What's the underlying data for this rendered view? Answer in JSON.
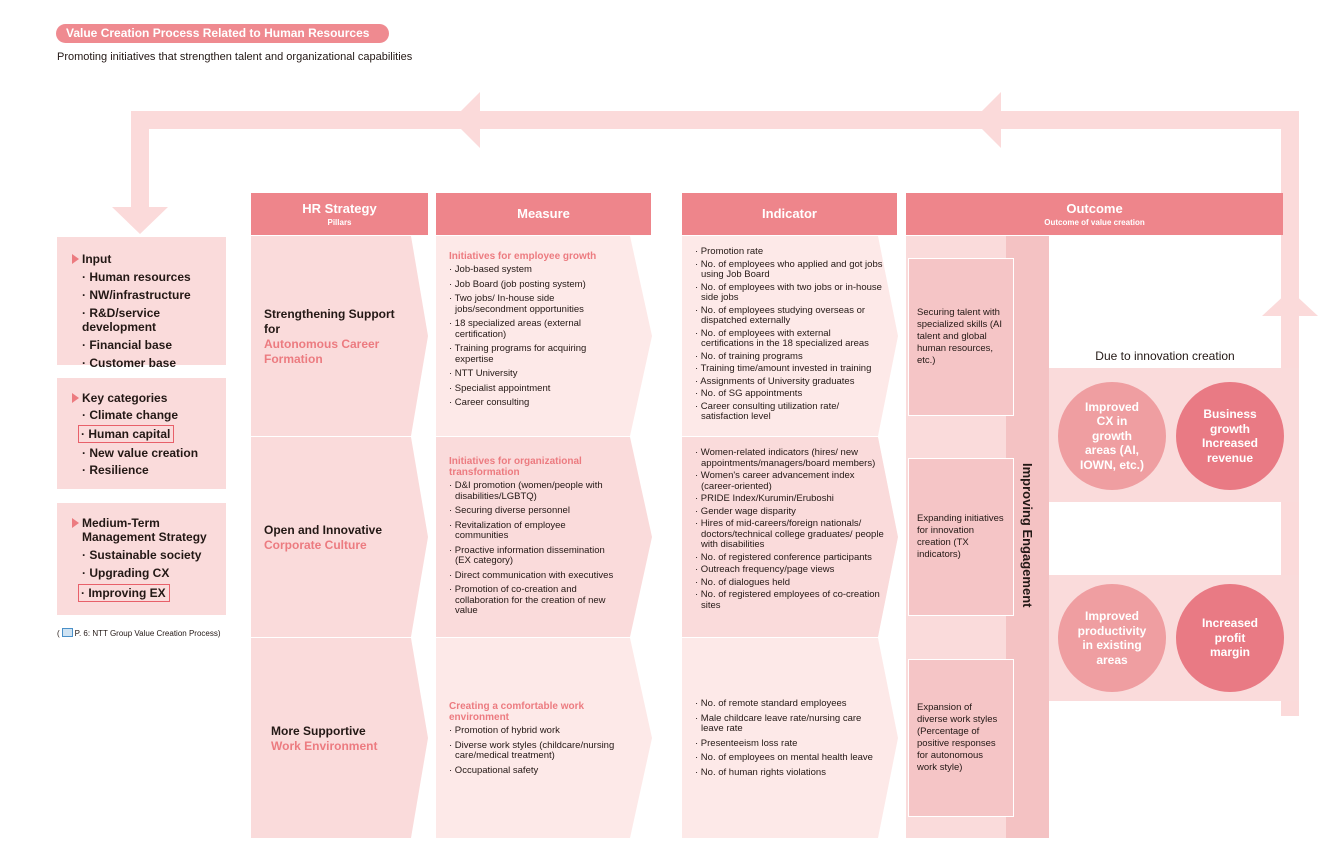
{
  "header": {
    "title": "Value Creation Process Related to Human Resources",
    "subtitle": "Promoting initiatives that strengthen talent and organizational capabilities"
  },
  "colors": {
    "accent": "#ee858b",
    "light_pink": "#fadbdb",
    "medium_pink": "#f5c5c6",
    "circle_light": "#ef9ea1",
    "circle_dark": "#e97a84"
  },
  "left": {
    "input": {
      "heading": "Input",
      "items": [
        "· Human resources",
        "· NW/infrastructure",
        "· R&D/service development",
        "· Financial base",
        "· Customer base"
      ]
    },
    "key_categories": {
      "heading": "Key categories",
      "items": [
        "· Climate change",
        "· Human capital",
        "· New value creation",
        "· Resilience"
      ]
    },
    "mtm_strategy": {
      "heading": "Medium-Term Management Strategy",
      "items": [
        "· Sustainable society",
        "· Upgrading CX",
        "· Improving EX"
      ]
    },
    "reference_open": "(",
    "reference": "P. 6: NTT Group Value Creation Process)"
  },
  "columns": {
    "hr_strategy": "HR Strategy",
    "hr_strategy_sub": "Pillars",
    "measure": "Measure",
    "indicator": "Indicator",
    "outcome": "Outcome",
    "outcome_sub": "Outcome of value creation"
  },
  "pillars": [
    {
      "title_black": "Strengthening Support for",
      "title_pink": "Autonomous Career Formation",
      "measure_heading": "Initiatives for employee growth",
      "measures": [
        "· Job-based system",
        "· Job Board (job posting system)",
        "· Two jobs/ In-house side jobs/secondment opportunities",
        "· 18 specialized areas (external certification)",
        "· Training programs for acquiring expertise",
        "· NTT University",
        "· Specialist appointment",
        "· Career consulting"
      ],
      "indicators": [
        "· Promotion rate",
        "· No. of employees who applied and got jobs using Job Board",
        "· No. of employees with two jobs or in-house side jobs",
        "· No. of employees studying overseas or dispatched externally",
        "· No. of employees with external certifications in the 18 specialized areas",
        "· No. of training programs",
        "· Training time/amount invested in training",
        "· Assignments of University graduates",
        "· No. of SG appointments",
        "· Career consulting utilization rate/ satisfaction level"
      ],
      "outcome": "Securing talent with specialized skills (AI talent and global human resources, etc.)"
    },
    {
      "title_black": "Open and Innovative",
      "title_pink": "Corporate Culture",
      "measure_heading": "Initiatives for organizational transformation",
      "measures": [
        "· D&I promotion (women/people with disabilities/LGBTQ)",
        "· Securing diverse personnel",
        "· Revitalization of employee communities",
        "· Proactive information dissemination (EX category)",
        "· Direct communication with executives",
        "· Promotion of co-creation and collaboration for the creation of new value"
      ],
      "indicators": [
        "· Women-related indicators (hires/ new appointments/managers/board members)",
        "· Women's career advancement index (career-oriented)",
        "· PRIDE Index/Kurumin/Eruboshi",
        "· Gender wage disparity",
        "· Hires of mid-careers/foreign nationals/ doctors/technical college graduates/ people with disabilities",
        "· No. of registered conference participants",
        "· Outreach frequency/page views",
        "· No. of dialogues held",
        "· No. of registered employees of co-creation sites"
      ],
      "outcome": "Expanding initiatives for innovation creation (TX indicators)"
    },
    {
      "title_black": "More Supportive",
      "title_pink": "Work Environment",
      "measure_heading": "Creating a comfortable work environment",
      "measures": [
        "· Promotion of hybrid work",
        "· Diverse work styles (childcare/nursing care/medical treatment)",
        "· Occupational safety"
      ],
      "indicators": [
        "· No. of remote standard employees",
        "· Male childcare leave rate/nursing care leave rate",
        "· Presenteeism loss rate",
        "· No. of employees on mental health leave",
        "· No. of human rights violations"
      ],
      "outcome": "Expansion of diverse work styles (Percentage of positive responses for autonomous work style)"
    }
  ],
  "engagement": "Improving Engagement",
  "innovation_label": "Due to innovation creation",
  "circles": {
    "top_left": "Improved CX in growth areas (AI, IOWN, etc.)",
    "top_right": "Business growth Increased revenue",
    "bottom_left": "Improved productivity in existing areas",
    "bottom_right": "Increased profit margin"
  }
}
